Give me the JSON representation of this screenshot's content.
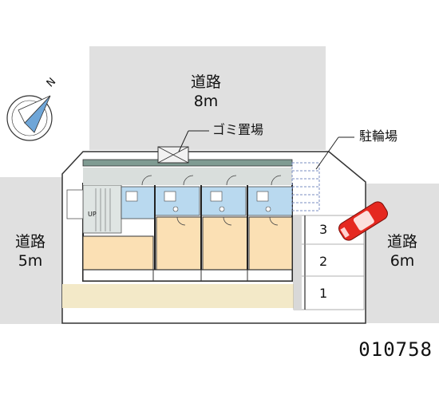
{
  "roads": {
    "north": {
      "name": "道路",
      "width": "8m"
    },
    "west": {
      "name": "道路",
      "width": "5m"
    },
    "east": {
      "name": "道路",
      "width": "6m"
    }
  },
  "facilities": {
    "garbage": "ゴミ置場",
    "bicycle": "駐輪場"
  },
  "stair_label": "UP",
  "parking_slots": [
    "3",
    "2",
    "1"
  ],
  "map_id": "010758",
  "compass": {
    "letter": "N"
  },
  "colors": {
    "road": "#e0e0e0",
    "room_blue": "#b9d9ef",
    "room_orange": "#fbe0b4",
    "corridor_gray": "#d9dedc",
    "building_wall": "#333333",
    "car_red": "#e52820"
  }
}
